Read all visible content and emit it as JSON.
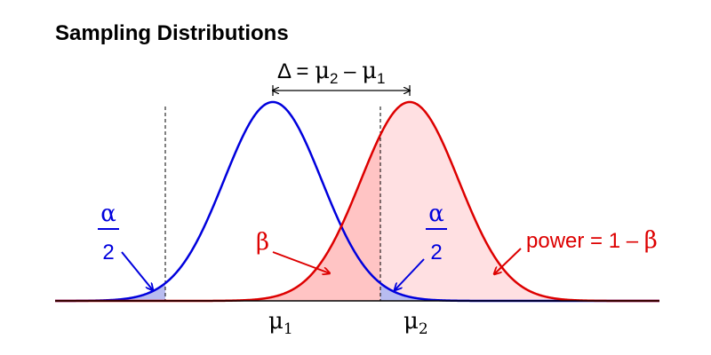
{
  "title": "Sampling Distributions",
  "delta_label": {
    "delta": "Δ",
    "eq": " = ",
    "mu": "μ",
    "sub2": "2",
    "minus": " – ",
    "sub1": "1"
  },
  "axis_ticks": {
    "mu": "μ",
    "first_sub": "1",
    "second_sub": "2"
  },
  "alpha_fraction": {
    "numerator": "α",
    "denominator": "2"
  },
  "beta_label": "β",
  "power_label": {
    "text": "power = 1 – ",
    "beta": "β"
  },
  "colors": {
    "null": "#0000dd",
    "alt": "#dd0000",
    "alpha_fill": "#b8bcf0",
    "beta_fill": "#ffc4c4",
    "power_fill": "#ffe0e2"
  }
}
